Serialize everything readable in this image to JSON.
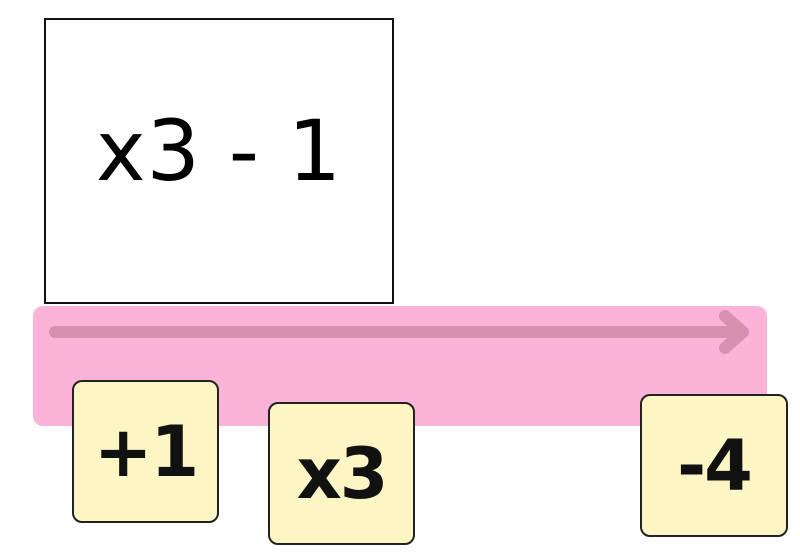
{
  "rule": {
    "text": "x3 - 1"
  },
  "track": {
    "color": "#fbb4d8",
    "arrow_color": "#d98fb0"
  },
  "cards": {
    "color": "#fdf5c4",
    "items": [
      {
        "label": "+1"
      },
      {
        "label": "x3"
      },
      {
        "label": "-4"
      }
    ]
  }
}
